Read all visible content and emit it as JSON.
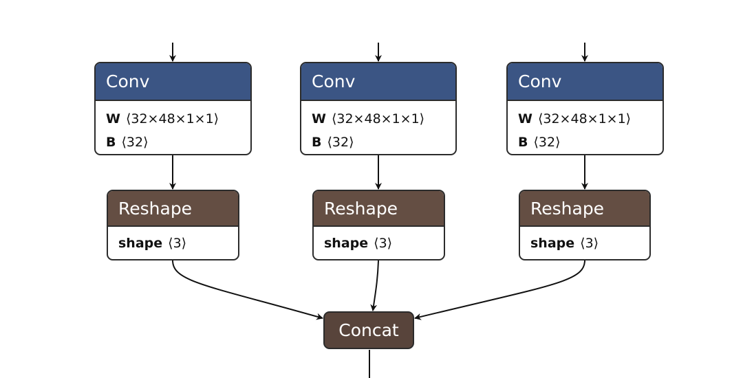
{
  "nodes": {
    "conv1": {
      "op": "Conv",
      "attrs": [
        {
          "name": "W",
          "value": "⟨32×48×1×1⟩"
        },
        {
          "name": "B",
          "value": "⟨32⟩"
        }
      ]
    },
    "conv2": {
      "op": "Conv",
      "attrs": [
        {
          "name": "W",
          "value": "⟨32×48×1×1⟩"
        },
        {
          "name": "B",
          "value": "⟨32⟩"
        }
      ]
    },
    "conv3": {
      "op": "Conv",
      "attrs": [
        {
          "name": "W",
          "value": "⟨32×48×1×1⟩"
        },
        {
          "name": "B",
          "value": "⟨32⟩"
        }
      ]
    },
    "reshape1": {
      "op": "Reshape",
      "attrs": [
        {
          "name": "shape",
          "value": "⟨3⟩"
        }
      ]
    },
    "reshape2": {
      "op": "Reshape",
      "attrs": [
        {
          "name": "shape",
          "value": "⟨3⟩"
        }
      ]
    },
    "reshape3": {
      "op": "Reshape",
      "attrs": [
        {
          "name": "shape",
          "value": "⟨3⟩"
        }
      ]
    },
    "concat": {
      "op": "Concat"
    }
  },
  "edges": [
    {
      "from": "input",
      "to": "conv1"
    },
    {
      "from": "input",
      "to": "conv2"
    },
    {
      "from": "input",
      "to": "conv3"
    },
    {
      "from": "conv1",
      "to": "reshape1"
    },
    {
      "from": "conv2",
      "to": "reshape2"
    },
    {
      "from": "conv3",
      "to": "reshape3"
    },
    {
      "from": "reshape1",
      "to": "concat"
    },
    {
      "from": "reshape2",
      "to": "concat"
    },
    {
      "from": "reshape3",
      "to": "concat"
    },
    {
      "from": "concat",
      "to": "output"
    }
  ],
  "colors": {
    "conv_header": "#3b5584",
    "reshape_header": "#644e43",
    "concat_fill": "#58443b",
    "edge": "#111111"
  }
}
